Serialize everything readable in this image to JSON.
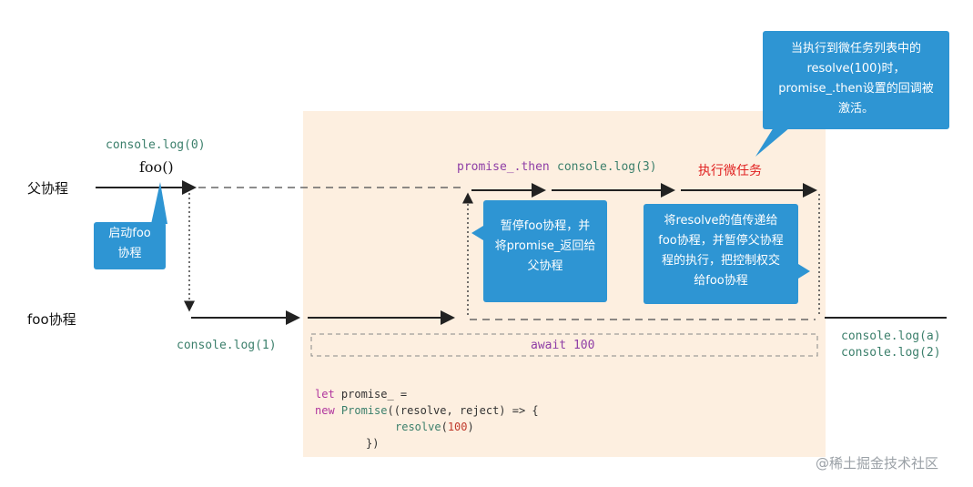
{
  "lanes": {
    "parent": "父协程",
    "foo": "foo协程"
  },
  "labels": {
    "console_log_0": "console.log(0)",
    "foo_call": "foo()",
    "console_log_1": "console.log(1)",
    "promise_then": "promise_.then",
    "console_log_3": "console.log(3)",
    "exec_microtask": "执行微任务",
    "await_100": "await 100",
    "console_log_a": "console.log(a)",
    "console_log_2": "console.log(2)",
    "watermark": "@稀土掘金技术社区"
  },
  "callouts": {
    "start_foo": [
      "启动foo",
      "协程"
    ],
    "pause_foo": [
      "暂停foo协程，并",
      "将promise_返回给",
      "父协程"
    ],
    "pass_value": [
      "将resolve的值传递给",
      "foo协程，并暂停父协程",
      "程的执行，把控制权交",
      "给foo协程"
    ],
    "microtask_note": [
      "当执行到微任务列表中的",
      "resolve(100)时，",
      "promise_.then设置的回调被",
      "激活。"
    ]
  },
  "code": {
    "line1_kw": "let",
    "line1_rest": " promise_ =",
    "line2_kw": "new",
    "line2_cls": " Promise",
    "line2_rest": "((resolve, reject) => {",
    "line3_fn": "resolve",
    "line3_open": "(",
    "line3_num": "100",
    "line3_close": ")",
    "line4": "})"
  },
  "colors": {
    "panel": "#fdefe0",
    "callout": "#2e95d3",
    "code_teal": "#3b7f6b",
    "code_purple": "#8e3ea6",
    "alert_red": "#e02020"
  }
}
